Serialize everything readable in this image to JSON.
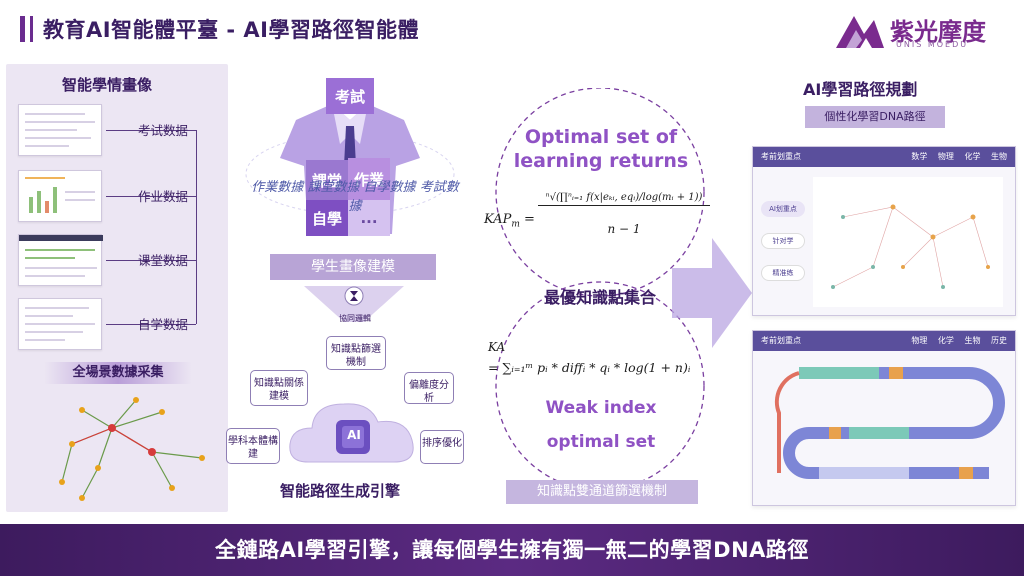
{
  "header": {
    "title": "教育AI智能體平臺 - AI學習路徑智能體",
    "brand": "紫光摩度",
    "brand_en": "UNIS MOEDU"
  },
  "left_panel": {
    "title": "智能學情畫像",
    "data_labels": [
      "考试数据",
      "作业数据",
      "课堂数据",
      "自学数据"
    ],
    "banner": "全場景數據采集"
  },
  "center": {
    "cubes": [
      "考試",
      "課堂",
      "作業",
      "自學",
      "..."
    ],
    "arc_text": "作業數據 課堂數據 自學數據 考試數據",
    "modeling_banner": "學生畫像建模",
    "collab_label": "協同邏輯",
    "nodes": [
      "知識點篩選機制",
      "知識點關係建模",
      "偏離度分析",
      "學科本體構建",
      "排序優化"
    ],
    "ai_label": "AI",
    "engine_title": "智能路徑生成引擎"
  },
  "formulas": {
    "top_heading_1": "Optimal set of",
    "top_heading_2": "learning returns",
    "kap_lhs": "KAP",
    "kap_sub": "m",
    "kap_numerator": "ⁿ√(∏ⁿᵢ₌₁ f(x|eₖᵢ, eqᵢ)/log(mᵢ + 1))",
    "kap_denominator": "n − 1",
    "center_label": "最優知識點集合",
    "ka_lhs": "KA",
    "ka_rhs": "= ∑ᵢ₌₁ᵐ pᵢ * diffᵢ * qᵢ * log(1 + n)ᵢ",
    "weak_1": "Weak index",
    "weak_2": "optimal set",
    "strip": "知識點雙通道篩選機制"
  },
  "right": {
    "title": "AI學習路徑規劃",
    "tag": "個性化學習DNA路徑",
    "screen1": {
      "header": "考前划重点",
      "tabs": [
        "数学",
        "物理",
        "化学",
        "生物"
      ],
      "menu": [
        "AI划重点",
        "针对学",
        "精准练"
      ]
    },
    "screen2": {
      "header": "考前划重点",
      "tabs": [
        "物理",
        "化学",
        "生物",
        "历史"
      ]
    }
  },
  "footer": {
    "slogan": "全鏈路AI學習引擎，讓每個學生擁有獨一無二的學習DNA路徑"
  },
  "colors": {
    "brand_purple": "#6a2c8f",
    "title": "#3a1e63",
    "accent": "#8f52c4",
    "footer": "#3d1b5e"
  }
}
